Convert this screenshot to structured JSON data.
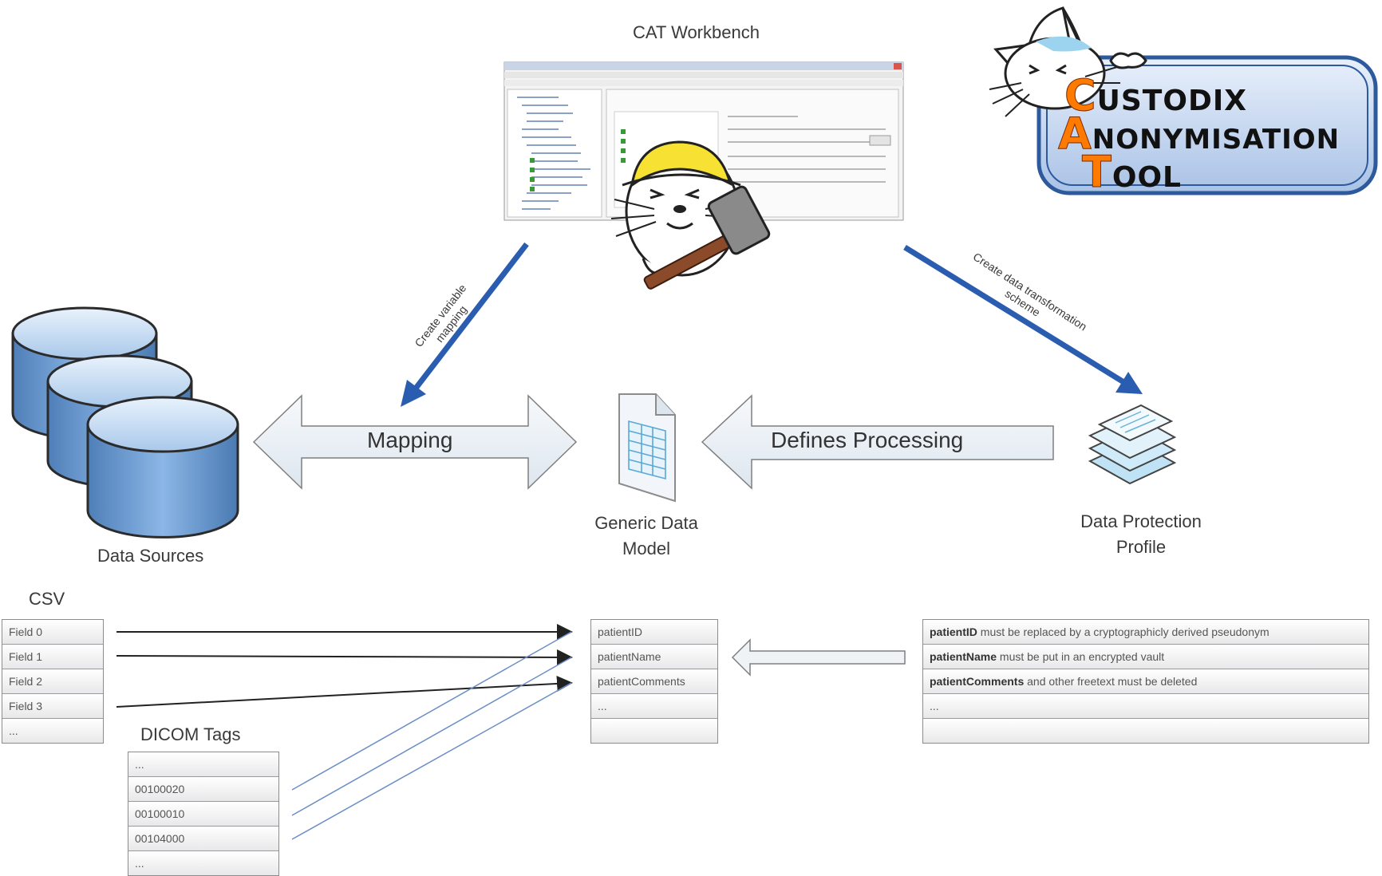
{
  "workbench": {
    "title": "CAT Workbench"
  },
  "logo": {
    "lines": [
      {
        "cap": "C",
        "rest": "USTODIX"
      },
      {
        "cap": "A",
        "rest": "NONYMISATION"
      },
      {
        "cap": "T",
        "rest": "OOL"
      }
    ]
  },
  "labels": {
    "create_variable_mapping": "Create variable mapping",
    "create_data_transformation": "Create data transformation scheme",
    "mapping": "Mapping",
    "defines_processing": "Defines Processing",
    "data_sources": "Data Sources",
    "generic_data_model_1": "Generic Data",
    "generic_data_model_2": "Model",
    "data_protection_profile_1": "Data Protection",
    "data_protection_profile_2": "Profile"
  },
  "csv": {
    "title": "CSV",
    "rows": [
      "Field 0",
      "Field 1",
      "Field 2",
      "Field 3",
      "..."
    ]
  },
  "dicom": {
    "title": "DICOM Tags",
    "rows": [
      "...",
      "00100020",
      "00100010",
      "00104000",
      "..."
    ]
  },
  "model": {
    "rows": [
      "patientID",
      "patientName",
      "patientComments",
      "...",
      ""
    ]
  },
  "profile": {
    "rows": [
      {
        "bold": "patientID",
        "text": " must be replaced by a cryptographicly derived pseudonym"
      },
      {
        "bold": "patientName",
        "text": " must be put in an encrypted vault"
      },
      {
        "bold": "patientComments",
        "text": " and other freetext must be deleted"
      },
      {
        "bold": "",
        "text": "..."
      },
      {
        "bold": "",
        "text": ""
      }
    ]
  },
  "colors": {
    "blue_arrow": "#2a5db0",
    "accent_orange": "#ff7a00",
    "logo_frame": "#2d5a9c",
    "cylinder": "#6d9fd6"
  }
}
